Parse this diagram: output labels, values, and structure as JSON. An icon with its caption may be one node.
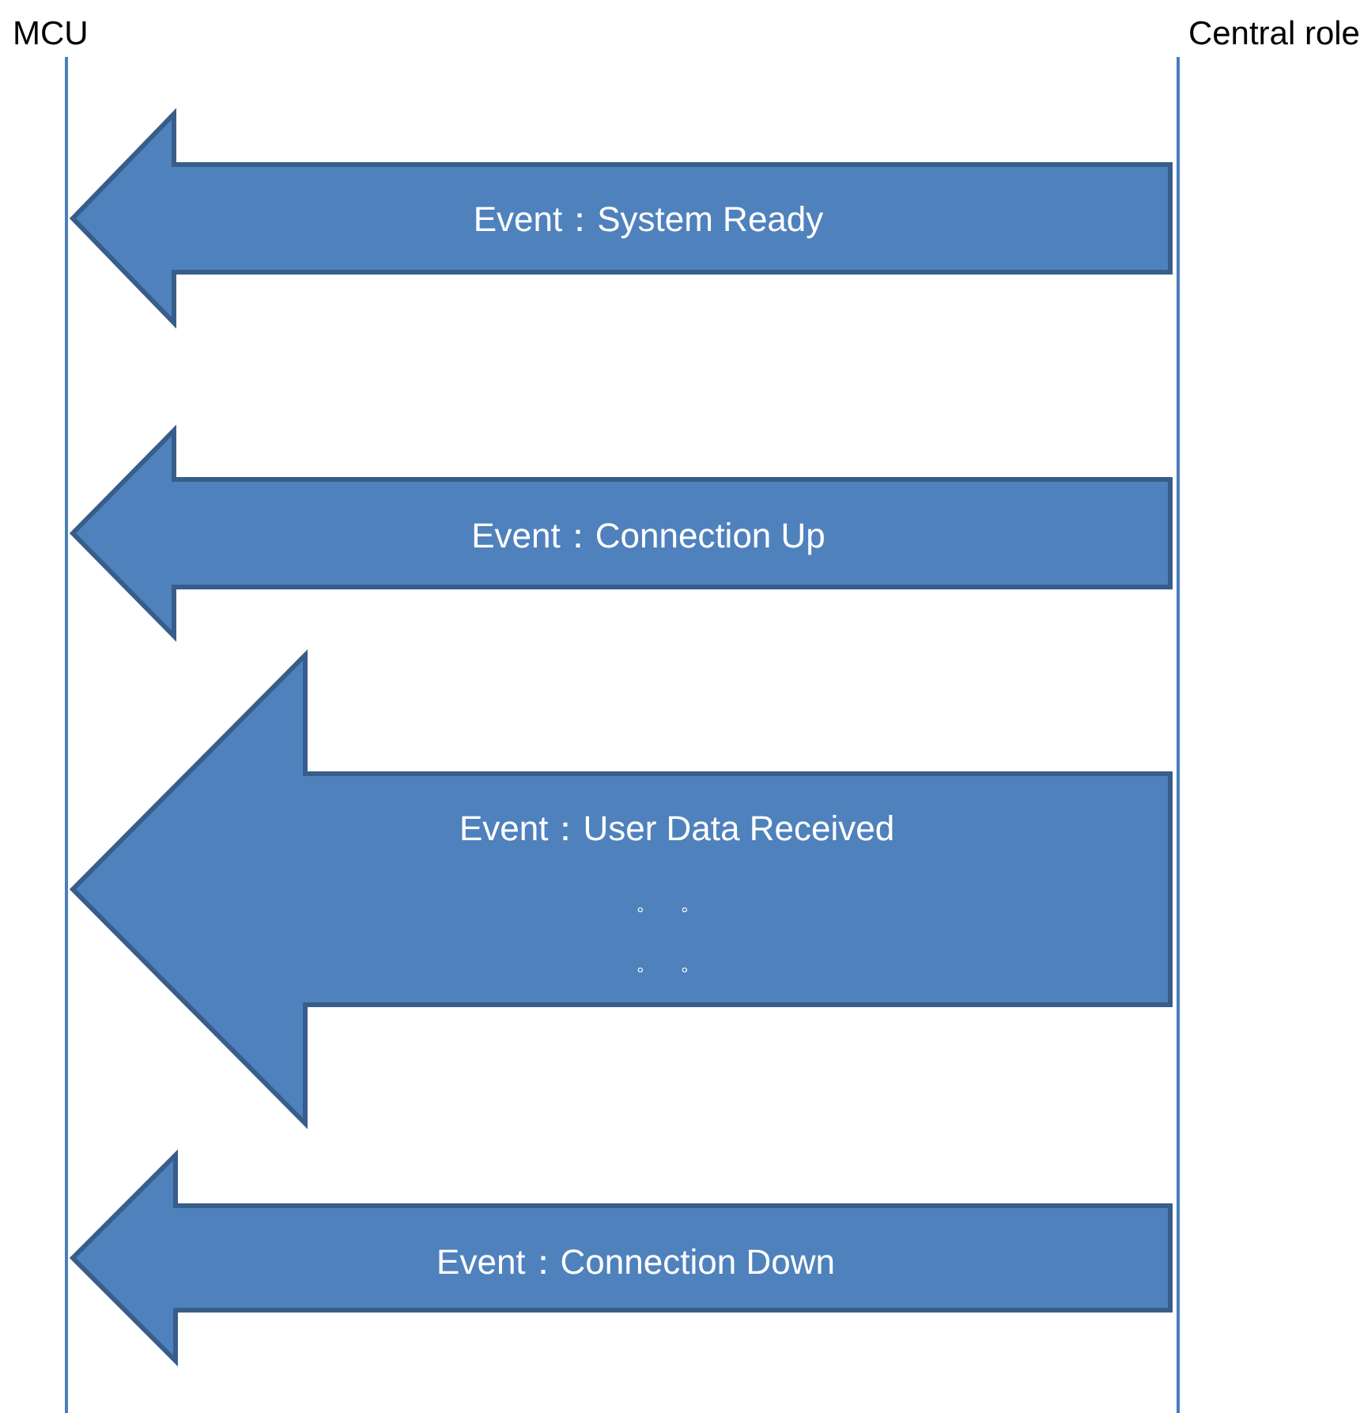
{
  "diagram": {
    "nodes": [
      {
        "text": [
          "MCU"
        ]
      },
      {
        "text": [
          "Central role"
        ]
      }
    ],
    "edges": [
      {
        "from": 1,
        "to": 0,
        "arrow": "to",
        "label": "Event：System Ready"
      },
      {
        "from": 1,
        "to": 0,
        "arrow": "to",
        "label": "Event：Connection Up"
      },
      {
        "from": 1,
        "to": 0,
        "arrow": "to",
        "label": "Event：User Data Received"
      },
      {
        "from": 1,
        "to": 0,
        "arrow": "to",
        "label": "Event：Connection Down"
      }
    ],
    "labels": [
      "。。",
      "。。"
    ]
  }
}
